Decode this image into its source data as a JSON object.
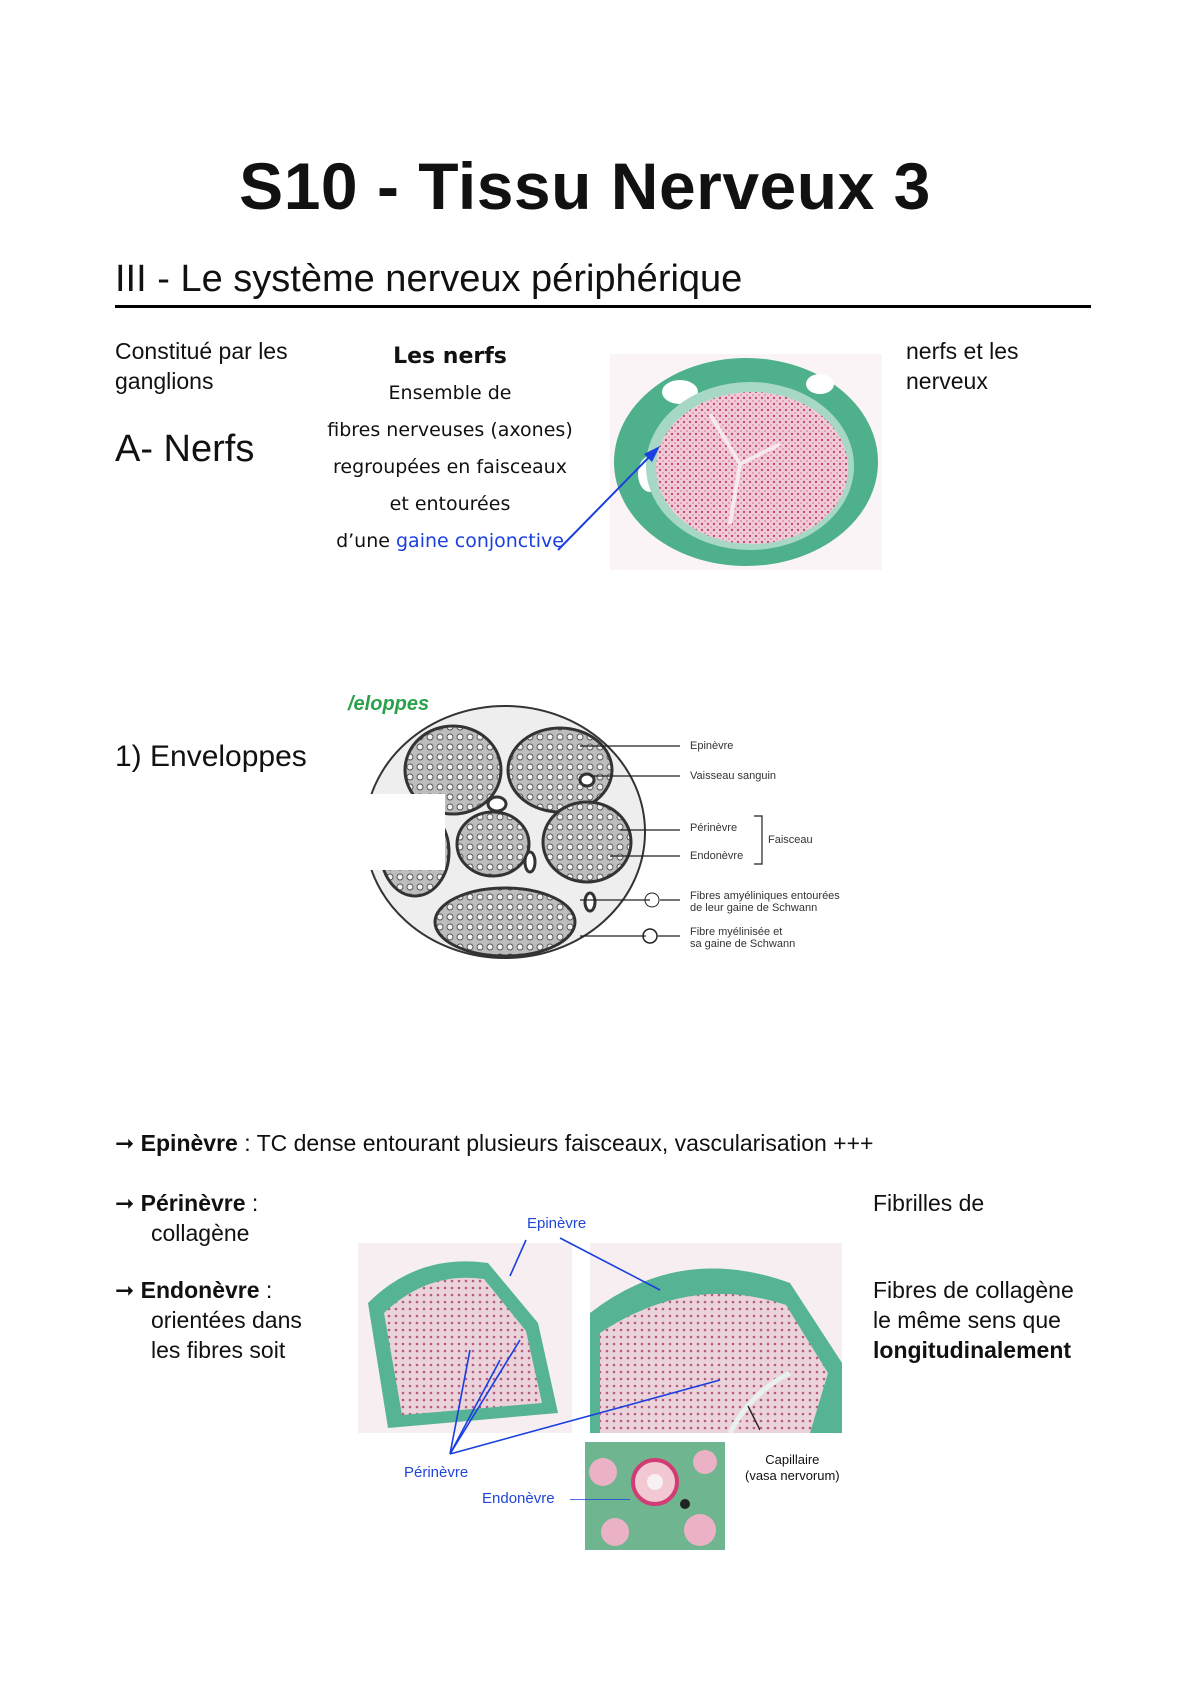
{
  "title": "S10 - Tissu Nerveux 3",
  "section_heading": "III - Le système nerveux périphérique",
  "intro_left": [
    "Constitué par les",
    "ganglions"
  ],
  "intro_right": [
    "nerfs et les",
    "nerveux"
  ],
  "subsection_a": "A- Nerfs",
  "slide_nerfs": {
    "heading": "Les nerfs",
    "line1": "Ensemble de",
    "line2": "fibres nerveuses (axones)",
    "line3": "regroupées en faisceaux",
    "line4": "et entourées",
    "line5_prefix": "d’une ",
    "line5_highlight": "gaine conjonctive"
  },
  "subsection_1": "1) Enveloppes",
  "diagram": {
    "heading": "/eloppes",
    "labels": {
      "epinevre": "Epinèvre",
      "vaisseau": "Vaisseau sanguin",
      "perinevre": "Périnèvre",
      "endonevre": "Endonèvre",
      "faisceau": "Faisceau",
      "fibres_amyel_1": "Fibres amyéliniques entourées",
      "fibres_amyel_2": "de  leur gaine de Schwann",
      "fibre_myel_1": "Fibre myélinisée et",
      "fibre_myel_2": "sa gaine de Schwann"
    }
  },
  "bullets": {
    "arrow": "➞",
    "epinevre_term": "Epinèvre",
    "epinevre_text": " : TC dense entourant plusieurs faisceaux, vascularisation +++",
    "perinevre_term": "Périnèvre",
    "perinevre_colon": " :",
    "perinevre_cont": "collagène",
    "perinevre_right": "Fibrilles de",
    "endonevre_term": "Endonèvre",
    "endonevre_colon": " :",
    "endonevre_cont1": "orientées dans",
    "endonevre_cont2": "les fibres soit",
    "endonevre_right1": "Fibres de collagène",
    "endonevre_right2": "le même sens que",
    "endonevre_right3": "longitudinalement"
  },
  "histo_labels": {
    "epinevre": "Epinèvre",
    "perinevre": "Périnèvre",
    "endonevre": "Endonèvre",
    "capillaire": "Capillaire",
    "vasa": "(vasa nervorum)"
  },
  "colors": {
    "stain_green": "#4fb08c",
    "stain_pink": "#e9b7c3",
    "annotation_blue": "#1a3fe0",
    "heading_green": "#2aa14a"
  }
}
